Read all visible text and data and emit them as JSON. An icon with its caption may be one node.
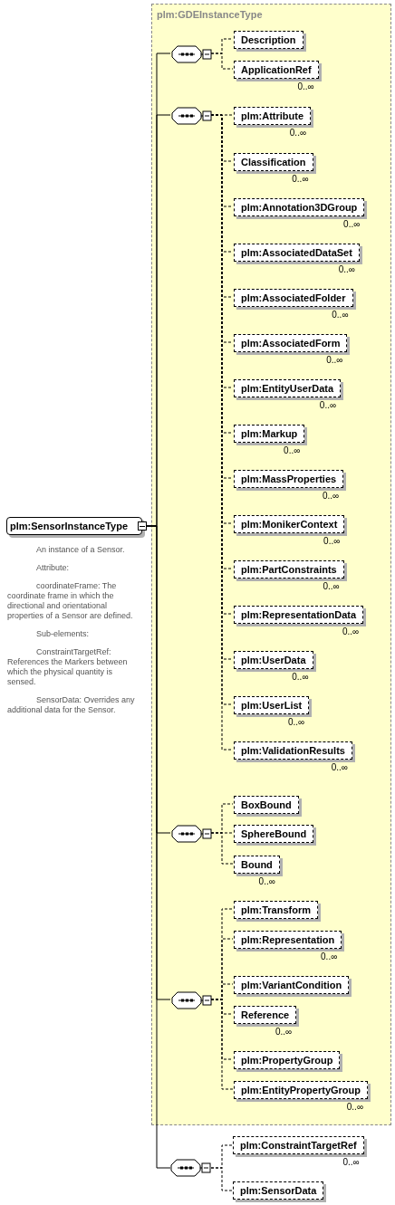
{
  "diagram": {
    "nodes": [
      {
        "text": [
          "plm:SensorInstanceType"
        ],
        "beside": [
          "An instance of a Sensor.",
          "Attribute:",
          "coordinateFrame: The coordinate frame in which the directional and orientational properties of a Sensor are defined.",
          "Sub-elements:",
          "ConstraintTargetRef: References the Markers between which the physical quantity is sensed.",
          "SensorData: Overrides any additional data for the Sensor."
        ]
      },
      {
        "text": [
          "plm:GDEInstanceType"
        ]
      },
      {
        "text": [],
        "shape": "octagon",
        "in": 1
      },
      {
        "text": [
          "Description"
        ],
        "in": 1
      },
      {
        "text": [
          "ApplicationRef"
        ],
        "in": 1,
        "beside": [
          "0..∞"
        ]
      },
      {
        "text": [],
        "shape": "octagon",
        "in": 1
      },
      {
        "text": [
          "plm:Attribute"
        ],
        "in": 1,
        "beside": [
          "0..∞"
        ]
      },
      {
        "text": [
          "Classification"
        ],
        "in": 1,
        "beside": [
          "0..∞"
        ]
      },
      {
        "text": [
          "plm:Annotation3DGroup"
        ],
        "in": 1,
        "beside": [
          "0..∞"
        ]
      },
      {
        "text": [
          "plm:AssociatedDataSet"
        ],
        "in": 1,
        "beside": [
          "0..∞"
        ]
      },
      {
        "text": [
          "plm:AssociatedFolder"
        ],
        "in": 1,
        "beside": [
          "0..∞"
        ]
      },
      {
        "text": [
          "plm:AssociatedForm"
        ],
        "in": 1,
        "beside": [
          "0..∞"
        ]
      },
      {
        "text": [
          "plm:EntityUserData"
        ],
        "in": 1,
        "beside": [
          "0..∞"
        ]
      },
      {
        "text": [
          "plm:Markup"
        ],
        "in": 1,
        "beside": [
          "0..∞"
        ]
      },
      {
        "text": [
          "plm:MassProperties"
        ],
        "in": 1,
        "beside": [
          "0..∞"
        ]
      },
      {
        "text": [
          "plm:MonikerContext"
        ],
        "in": 1,
        "beside": [
          "0..∞"
        ]
      },
      {
        "text": [
          "plm:PartConstraints"
        ],
        "in": 1,
        "beside": [
          "0..∞"
        ]
      },
      {
        "text": [
          "plm:RepresentationData"
        ],
        "in": 1,
        "beside": [
          "0..∞"
        ]
      },
      {
        "text": [
          "plm:UserData"
        ],
        "in": 1,
        "beside": [
          "0..∞"
        ]
      },
      {
        "text": [
          "plm:UserList"
        ],
        "in": 1,
        "beside": [
          "0..∞"
        ]
      },
      {
        "text": [
          "plm:ValidationResults"
        ],
        "in": 1,
        "beside": [
          "0..∞"
        ]
      },
      {
        "text": [],
        "shape": "octagon",
        "in": 1
      },
      {
        "text": [
          "BoxBound"
        ],
        "in": 1
      },
      {
        "text": [
          "SphereBound"
        ],
        "in": 1
      },
      {
        "text": [
          "Bound"
        ],
        "in": 1,
        "beside": [
          "0..∞"
        ]
      },
      {
        "text": [],
        "shape": "octagon",
        "in": 1
      },
      {
        "text": [
          "plm:Transform"
        ],
        "in": 1
      },
      {
        "text": [
          "plm:Representation"
        ],
        "in": 1,
        "beside": [
          "0..∞"
        ]
      },
      {
        "text": [
          "plm:VariantCondition"
        ],
        "in": 1
      },
      {
        "text": [
          "Reference"
        ],
        "in": 1,
        "beside": [
          "0..∞"
        ]
      },
      {
        "text": [
          "plm:PropertyGroup"
        ],
        "in": 1
      },
      {
        "text": [
          "plm:EntityPropertyGroup"
        ],
        "in": 1,
        "beside": [
          "0..∞"
        ]
      },
      {
        "text": [],
        "shape": "octagon"
      },
      {
        "text": [
          "plm:ConstraintTargetRef"
        ],
        "beside": [
          "0..∞"
        ]
      },
      {
        "text": [
          "plm:SensorData"
        ]
      }
    ],
    "edges": [
      {
        "from": 0,
        "to": 2,
        "arrow": "none"
      },
      {
        "from": 0,
        "to": 5,
        "arrow": "none"
      },
      {
        "from": 0,
        "to": 21,
        "arrow": "none"
      },
      {
        "from": 0,
        "to": 25,
        "arrow": "none"
      },
      {
        "from": 0,
        "to": 32,
        "arrow": "none"
      },
      {
        "from": 2,
        "to": 3,
        "arrow": "none",
        "style": "dashed"
      },
      {
        "from": 2,
        "to": 4,
        "arrow": "none",
        "style": "dashed"
      },
      {
        "from": 5,
        "to": 6,
        "arrow": "none",
        "style": "dashed"
      },
      {
        "from": 5,
        "to": 7,
        "arrow": "none",
        "style": "dashed"
      },
      {
        "from": 5,
        "to": 8,
        "arrow": "none",
        "style": "dashed"
      },
      {
        "from": 5,
        "to": 9,
        "arrow": "none",
        "style": "dashed"
      },
      {
        "from": 5,
        "to": 10,
        "arrow": "none",
        "style": "dashed"
      },
      {
        "from": 5,
        "to": 11,
        "arrow": "none",
        "style": "dashed"
      },
      {
        "from": 5,
        "to": 12,
        "arrow": "none",
        "style": "dashed"
      },
      {
        "from": 5,
        "to": 13,
        "arrow": "none",
        "style": "dashed"
      },
      {
        "from": 5,
        "to": 14,
        "arrow": "none",
        "style": "dashed"
      },
      {
        "from": 5,
        "to": 15,
        "arrow": "none",
        "style": "dashed"
      },
      {
        "from": 5,
        "to": 16,
        "arrow": "none",
        "style": "dashed"
      },
      {
        "from": 5,
        "to": 17,
        "arrow": "none",
        "style": "dashed"
      },
      {
        "from": 5,
        "to": 18,
        "arrow": "none",
        "style": "dashed"
      },
      {
        "from": 5,
        "to": 19,
        "arrow": "none",
        "style": "dashed"
      },
      {
        "from": 5,
        "to": 20,
        "arrow": "none",
        "style": "dashed"
      },
      {
        "from": 21,
        "to": 22,
        "arrow": "none",
        "style": "dashed"
      },
      {
        "from": 21,
        "to": 23,
        "arrow": "none",
        "style": "dashed"
      },
      {
        "from": 21,
        "to": 24,
        "arrow": "none",
        "style": "dashed"
      },
      {
        "from": 25,
        "to": 26,
        "arrow": "none",
        "style": "dashed"
      },
      {
        "from": 25,
        "to": 27,
        "arrow": "none",
        "style": "dashed"
      },
      {
        "from": 25,
        "to": 28,
        "arrow": "none",
        "style": "dashed"
      },
      {
        "from": 25,
        "to": 29,
        "arrow": "none",
        "style": "dashed"
      },
      {
        "from": 25,
        "to": 30,
        "arrow": "none",
        "style": "dashed"
      },
      {
        "from": 25,
        "to": 31,
        "arrow": "none",
        "style": "dashed"
      },
      {
        "from": 32,
        "to": 33,
        "arrow": "none",
        "style": "dashed"
      },
      {
        "from": 32,
        "to": 34,
        "arrow": "none",
        "style": "dashed"
      }
    ]
  }
}
